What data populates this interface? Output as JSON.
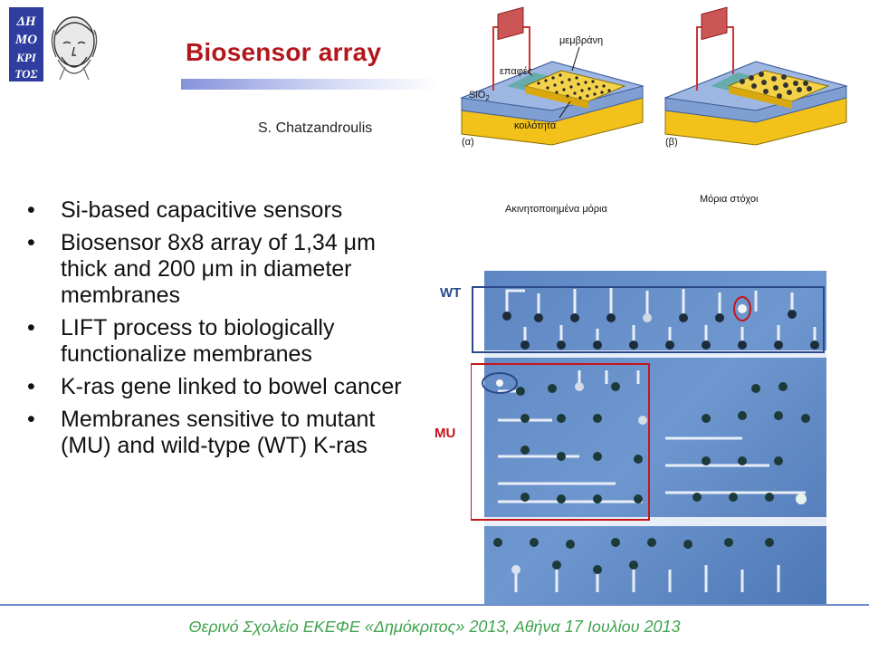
{
  "slide": {
    "title": "Biosensor array",
    "author": "S. Chatzandroulis",
    "logo_text": [
      "ΔΗ",
      "ΜΟ",
      "ΚΡΙ",
      "ΤΟΣ"
    ],
    "bullets": [
      {
        "symbol": "•",
        "text": "Si-based capacitive sensors"
      },
      {
        "symbol": "•",
        "text": "Biosensor 8x8 array of 1,34 μm thick and 200 μm in diameter membranes"
      },
      {
        "symbol": "•",
        "text": "LIFT process to biologically functionalize membranes"
      },
      {
        "symbol": "•",
        "text": "K-ras gene linked to bowel cancer"
      },
      {
        "symbol": "•",
        "text": "Membranes sensitive to mutant (MU) and wild-type (WT) K-ras"
      }
    ],
    "footer": "Θερινό Σχολείο ΕΚΕΦΕ «Δημόκριτος» 2013, Αθήνα 17 Ιουλίου 2013"
  },
  "diagram": {
    "membrane_label": "μεμβράνη",
    "contacts_label": "επαφές",
    "oxide_label": "SiO",
    "oxide_subscript": "2",
    "cavity_label": "κοιλότητα",
    "panel_a": "(α)",
    "panel_b": "(β)",
    "immobilized_label": "Ακινητοποιημένα μόρια",
    "target_label": "Μόρια στόχοι"
  },
  "micrograph": {
    "wt_label": "WT",
    "mu_label": "MU"
  },
  "colors": {
    "title": "#b3171c",
    "footer": "#3fa34d",
    "wt": "#2b4a8c",
    "mu": "#c4161c",
    "substrate": "#f2c21a",
    "oxide": "#7f9ed1"
  }
}
